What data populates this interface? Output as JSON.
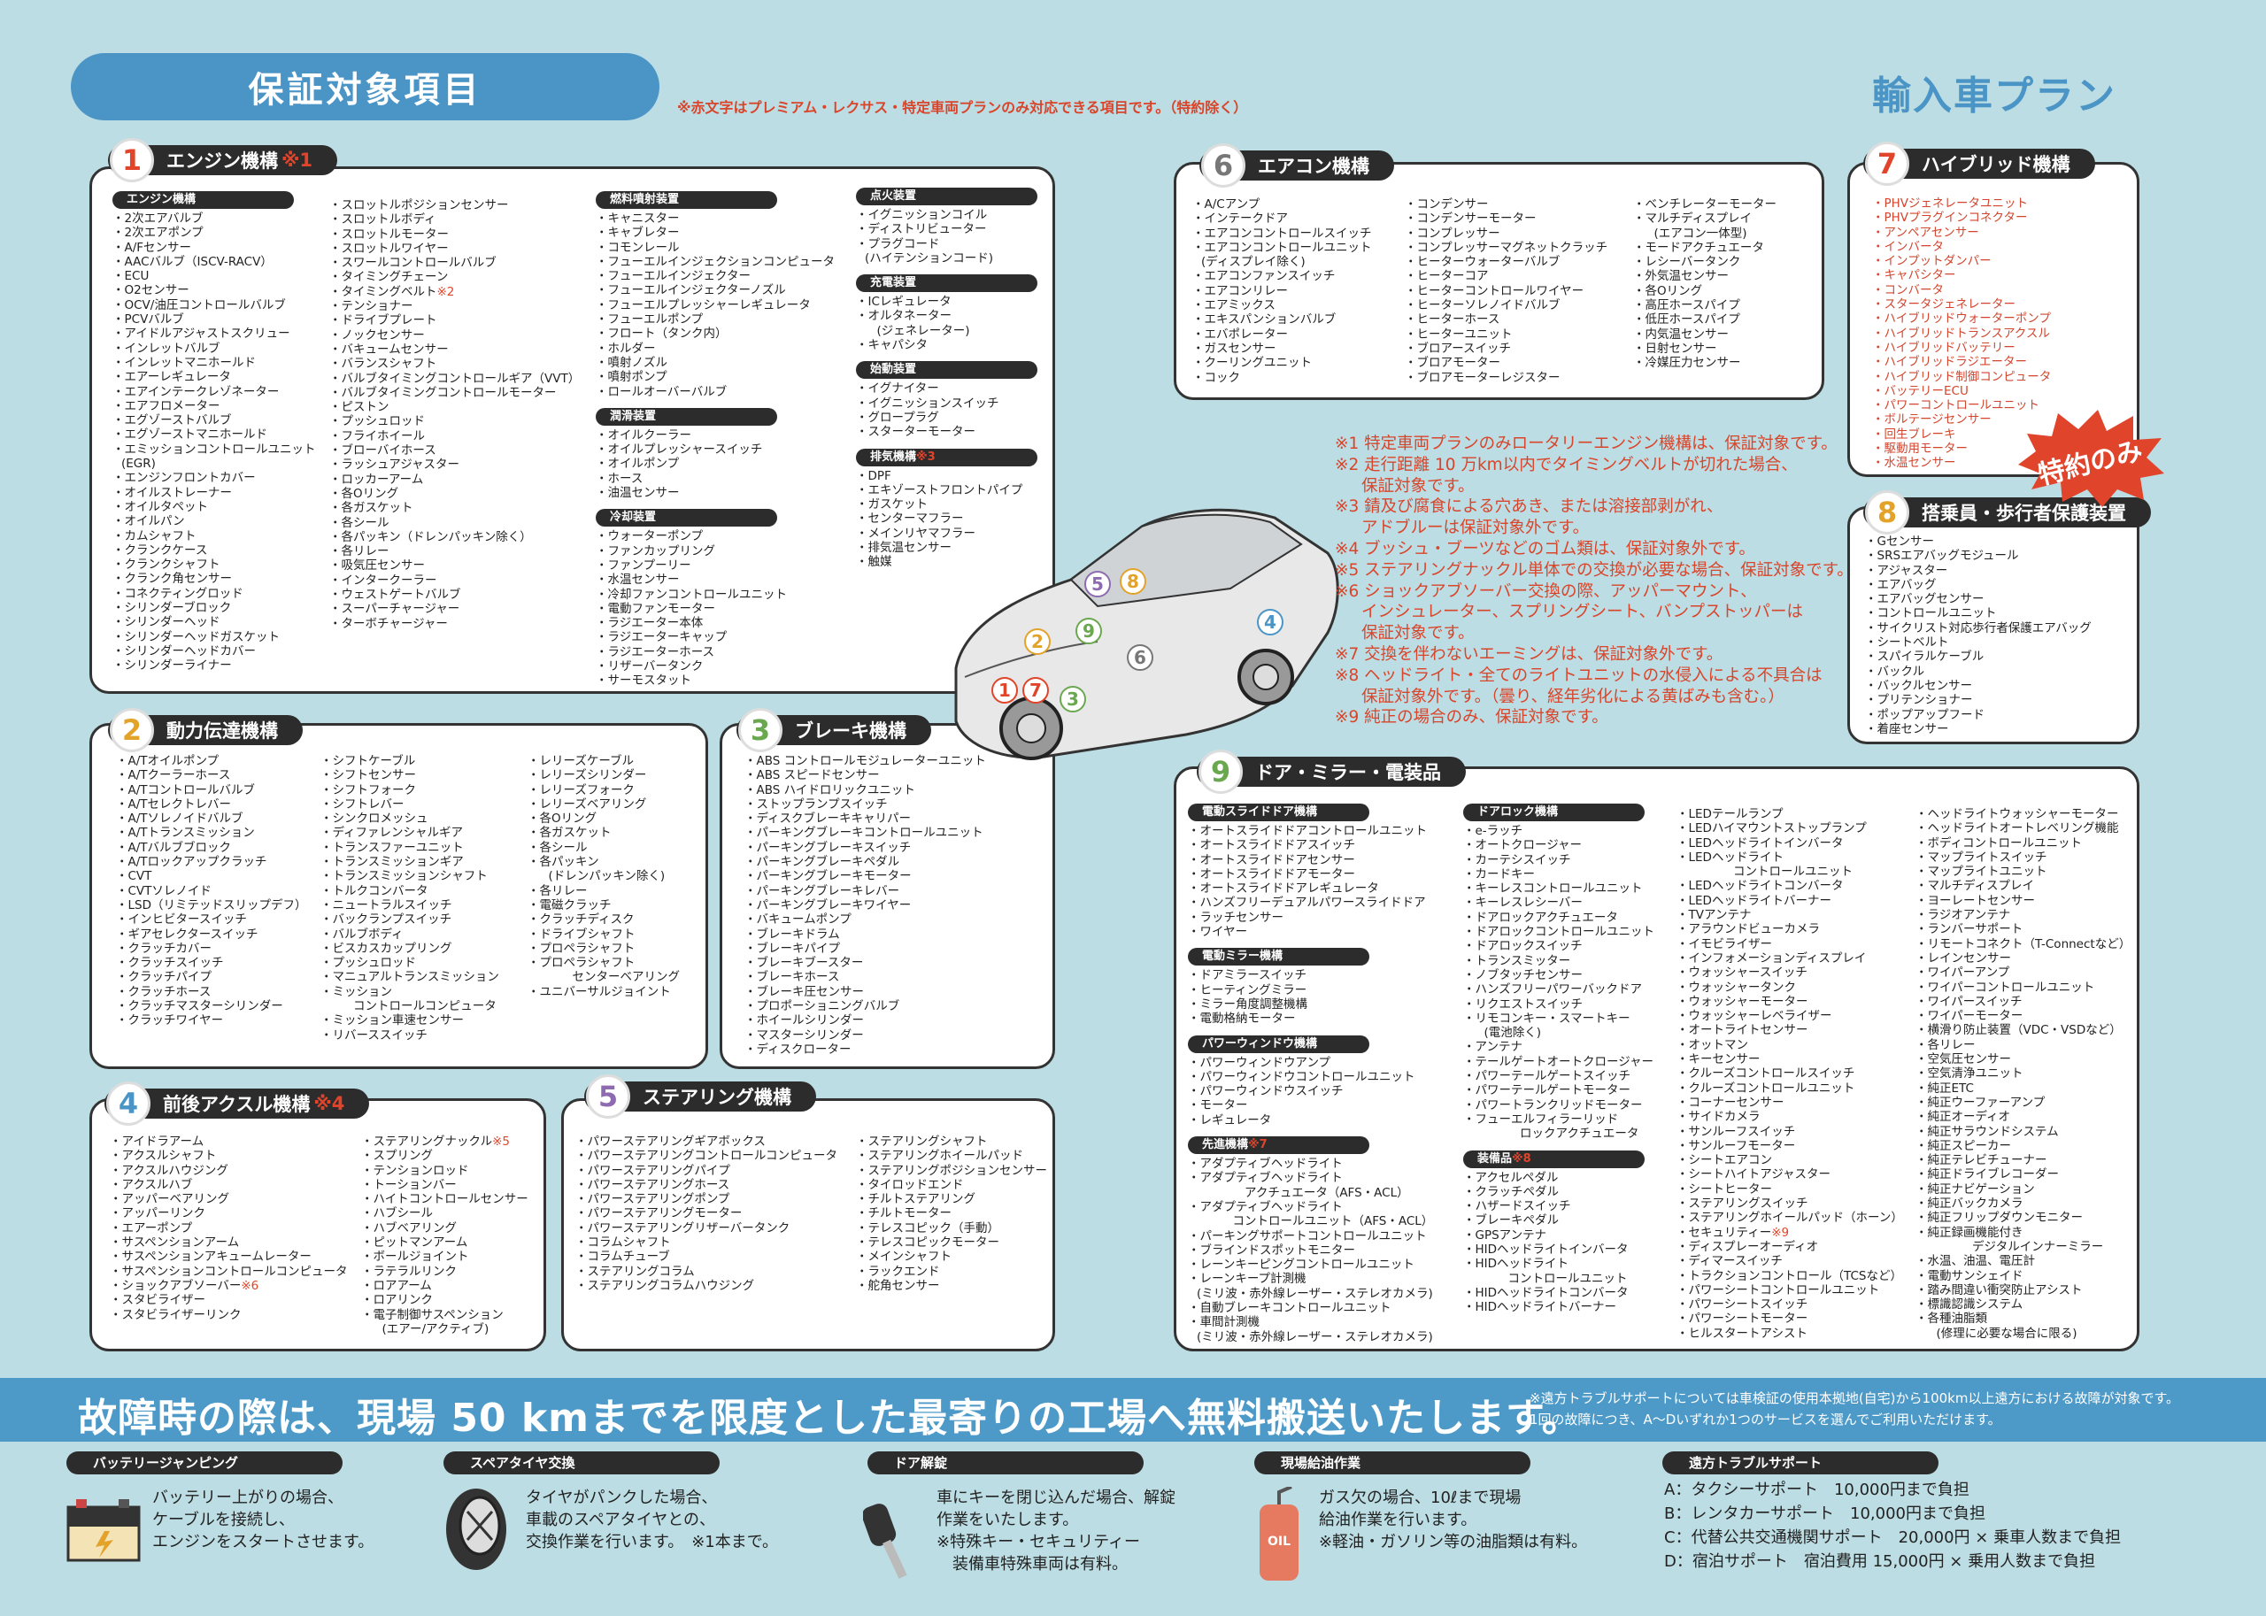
{
  "header": {
    "title": "保証対象項目",
    "note": "※赤文字はプレミアム・レクサス・特定車両プランのみ対応できる項目です。（特約除く）",
    "plan": "輸入車プラン"
  },
  "colors": {
    "accent": "#4b95c6",
    "red": "#d9452b",
    "dark": "#2c2c2c",
    "background": "#bcdde3"
  },
  "sections": {
    "s1": {
      "num": "1",
      "title": "エンジン機構",
      "note": "※1",
      "cols": [
        [
          {
            "h": "エンジン機構",
            "items": [
              "2次エアバルブ",
              "2次エアポンプ",
              "A/Fセンサー",
              "AACバルブ（ISCV-RACV）",
              "ECU",
              "O2センサー",
              "OCV/油圧コントロールバルブ",
              "PCVバルブ",
              "アイドルアジャストスクリュー",
              "インレットバルブ",
              "インレットマニホールド",
              "エアーレギュレータ",
              "エアインテークレゾネーター",
              "エアフロメーター",
              "エグゾーストバルブ",
              "エグゾーストマニホールド",
              "エミッションコントロールユニット\n(EGR)",
              "エンジンフロントカバー",
              "オイルストレーナー",
              "オイルタペット",
              "オイルパン",
              "カムシャフト",
              "クランクケース",
              "クランクシャフト",
              "クランク角センサー",
              "コネクティングロッド",
              "シリンダーブロック",
              "シリンダーヘッド",
              "シリンダーヘッドガスケット",
              "シリンダーヘッドカバー",
              "シリンダーライナー"
            ]
          }
        ],
        [
          {
            "items": [
              "スロットルポジションセンサー",
              "スロットルボディ",
              "スロットルモーター",
              "スロットルワイヤー",
              "スワールコントロールバルブ",
              "タイミングチェーン",
              {
                "t": "タイミングベルト",
                "n": "※2"
              },
              "テンショナー",
              "ドライブプレート",
              "ノックセンサー",
              "バキュームセンサー",
              "バランスシャフト",
              "バルブタイミングコントロールギア（VVT）",
              "バルブタイミングコントロールモーター",
              "ピストン",
              "プッシュロッド",
              "フライホイール",
              "ブローバイホース",
              "ラッシュアジャスター",
              "ロッカーアーム",
              "各Oリング",
              "各ガスケット",
              "各シール",
              "各パッキン（ドレンパッキン除く）",
              "各リレー",
              "吸気圧センサー",
              "インタークーラー",
              "ウェストゲートバルブ",
              "スーパーチャージャー",
              "ターボチャージャー"
            ]
          }
        ],
        [
          {
            "h": "燃料噴射装置",
            "items": [
              "キャニスター",
              "キャブレター",
              "コモンレール",
              "フューエルインジェクションコンピュータ",
              "フューエルインジェクター",
              "フューエルインジェクターノズル",
              "フューエルプレッシャーレギュレータ",
              "フューエルポンプ",
              "フロート（タンク内）",
              "ホルダー",
              "噴射ノズル",
              "噴射ポンプ",
              "ロールオーバーバルブ"
            ]
          },
          {
            "h": "潤滑装置",
            "items": [
              "オイルクーラー",
              "オイルプレッシャースイッチ",
              "オイルポンプ",
              "ホース",
              "油温センサー"
            ]
          },
          {
            "h": "冷却装置",
            "items": [
              "ウォーターポンプ",
              "ファンカップリング",
              "ファンプーリー",
              "水温センサー",
              "冷却ファンコントロールユニット",
              "電動ファンモーター",
              "ラジエーター本体",
              "ラジエーターキャップ",
              "ラジエーターホース",
              "リザーバータンク",
              "サーモスタット"
            ]
          }
        ],
        [
          {
            "h": "点火装置",
            "items": [
              "イグニッションコイル",
              "ディストリビューター",
              "プラグコード\n(ハイテンションコード)"
            ]
          },
          {
            "h": "充電装置",
            "items": [
              "ICレギュレータ",
              "オルタネーター\n　(ジェネレーター)",
              "キャパシタ"
            ]
          },
          {
            "h": "始動装置",
            "items": [
              "イグナイター",
              "イグニッションスイッチ",
              "グロープラグ",
              "スターターモーター"
            ]
          },
          {
            "h": "排気機構",
            "hn": "※3",
            "items": [
              "DPF",
              "エキゾーストフロントパイプ",
              "ガスケット",
              "センターマフラー",
              "メインリヤマフラー",
              "排気温センサー",
              "触媒"
            ]
          }
        ]
      ]
    },
    "s2": {
      "num": "2",
      "title": "動力伝達機構",
      "cols": [
        [
          {
            "items": [
              "A/Tオイルポンプ",
              "A/Tクーラーホース",
              "A/Tコントロールバルブ",
              "A/Tセレクトレバー",
              "A/Tソレノイドバルブ",
              "A/Tトランスミッション",
              "A/Tバルブブロック",
              "A/Tロックアップクラッチ",
              "CVT",
              "CVTソレノイド",
              "LSD（リミテッドスリップデフ）",
              "インヒビタースイッチ",
              "ギアセレクタースイッチ",
              "クラッチカバー",
              "クラッチスイッチ",
              "クラッチパイプ",
              "クラッチホース",
              "クラッチマスターシリンダー",
              "クラッチワイヤー"
            ]
          }
        ],
        [
          {
            "items": [
              "シフトケーブル",
              "シフトセンサー",
              "シフトフォーク",
              "シフトレバー",
              "シンクロメッシュ",
              "ディファレンシャルギア",
              "トランスファーユニット",
              "トランスミッションギア",
              "トランスミッションシャフト",
              "トルクコンバータ",
              "ニュートラルスイッチ",
              "バックランプスイッチ",
              "バルブボディ",
              "ビスカスカップリング",
              "プッシュロッド",
              "マニュアルトランスミッション",
              "ミッション\n　　コントロールコンピュータ",
              "ミッション車速センサー",
              "リバーススイッチ"
            ]
          }
        ],
        [
          {
            "items": [
              "レリーズケーブル",
              "レリーズシリンダー",
              "レリーズフォーク",
              "レリーズベアリング",
              "各Oリング",
              "各ガスケット",
              "各シール",
              "各パッキン\n　(ドレンパッキン除く)",
              "各リレー",
              "電磁クラッチ",
              "クラッチディスク",
              "ドライブシャフト",
              "プロペラシャフト",
              "プロペラシャフト\n　　　センターベアリング",
              "ユニバーサルジョイント"
            ]
          }
        ]
      ]
    },
    "s3": {
      "num": "3",
      "title": "ブレーキ機構",
      "cols": [
        [
          {
            "items": [
              "ABS コントロールモジュレーターユニット",
              "ABS スピードセンサー",
              "ABS ハイドロリックユニット",
              "ストップランプスイッチ",
              "ディスクブレーキキャリパー",
              "パーキングブレーキコントロールユニット",
              "パーキングブレーキスイッチ",
              "パーキングブレーキペダル",
              "パーキングブレーキモーター",
              "パーキングブレーキレバー",
              "パーキングブレーキワイヤー",
              "バキュームポンプ",
              "ブレーキドラム",
              "ブレーキパイプ",
              "ブレーキブースター",
              "ブレーキホース",
              "ブレーキ圧センサー",
              "プロポーショニングバルブ",
              "ホイールシリンダー",
              "マスターシリンダー",
              "ディスクローター"
            ]
          }
        ]
      ]
    },
    "s4": {
      "num": "4",
      "title": "前後アクスル機構",
      "note": "※4",
      "cols": [
        [
          {
            "items": [
              "アイドラアーム",
              "アクスルシャフト",
              "アクスルハウジング",
              "アクスルハブ",
              "アッパーベアリング",
              "アッパーリンク",
              "エアーポンプ",
              "サスペンションアーム",
              "サスペンションアキュームレーター",
              "サスペンションコントロールコンピュータ",
              {
                "t": "ショックアブソーバー",
                "n": "※6"
              },
              "スタビライザー",
              "スタビライザーリンク"
            ]
          }
        ],
        [
          {
            "items": [
              {
                "t": "ステアリングナックル",
                "n": "※5"
              },
              "スプリング",
              "テンションロッド",
              "トーションバー",
              "ハイトコントロールセンサー",
              "ハブシール",
              "ハブベアリング",
              "ピットマンアーム",
              "ボールジョイント",
              "ラテラルリンク",
              "ロアアーム",
              "ロアリンク",
              "電子制御サスペンション\n　(エアー/アクティブ)"
            ]
          }
        ]
      ]
    },
    "s5": {
      "num": "5",
      "title": "ステアリング機構",
      "cols": [
        [
          {
            "items": [
              "パワーステアリングギアボックス",
              "パワーステアリングコントロールコンピュータ",
              "パワーステアリングパイプ",
              "パワーステアリングホース",
              "パワーステアリングポンプ",
              "パワーステアリングモーター",
              "パワーステアリングリザーバータンク",
              "コラムシャフト",
              "コラムチューブ",
              "ステアリングコラム",
              "ステアリングコラムハウジング"
            ]
          }
        ],
        [
          {
            "items": [
              "ステアリングシャフト",
              "ステアリングホイールパッド",
              "ステアリングポジションセンサー",
              "タイロッドエンド",
              "チルトステアリング",
              "チルトモーター",
              "テレスコピック（手動）",
              "テレスコピックモーター",
              "メインシャフト",
              "ラックエンド",
              "舵角センサー"
            ]
          }
        ]
      ]
    },
    "s6": {
      "num": "6",
      "title": "エアコン機構",
      "cols": [
        [
          {
            "items": [
              "A/Cアンプ",
              "インテークドア",
              "エアコンコントロールスイッチ",
              "エアコンコントロールユニット\n(ディスプレイ除く)",
              "エアコンファンスイッチ",
              "エアコンリレー",
              "エアミックス",
              "エキスパンションバルブ",
              "エバポレーター",
              "ガスセンサー",
              "クーリングユニット",
              "コック"
            ]
          }
        ],
        [
          {
            "items": [
              "コンデンサー",
              "コンデンサーモーター",
              "コンプレッサー",
              "コンプレッサーマグネットクラッチ",
              "ヒーターウォーターバルブ",
              "ヒーターコア",
              "ヒーターコントロールワイヤー",
              "ヒーターソレノイドバルブ",
              "ヒーターホース",
              "ヒーターユニット",
              "ブロアースイッチ",
              "ブロアモーター",
              "ブロアモーターレジスター"
            ]
          }
        ],
        [
          {
            "items": [
              "ベンチレーターモーター",
              "マルチディスプレイ\n　(エアコン一体型)",
              "モードアクチュエータ",
              "レシーバータンク",
              "外気温センサー",
              "各Oリング",
              "高圧ホースパイプ",
              "低圧ホースパイプ",
              "内気温センサー",
              "日射センサー",
              "冷媒圧力センサー"
            ]
          }
        ]
      ]
    },
    "s7": {
      "num": "7",
      "title": "ハイブリッド機構",
      "badge": "特約のみ",
      "cols": [
        [
          {
            "items": [
              "PHVジェネレータユニット",
              "PHVプラグインコネクター",
              "アンペアセンサー",
              "インバータ",
              "インプットダンパー",
              "キャパシター",
              "コンバータ",
              "スタータジェネレーター",
              "ハイブリッドウォーターポンプ",
              "ハイブリッドトランスアクスル",
              "ハイブリッドバッテリー",
              "ハイブリッドラジエーター",
              "ハイブリッド制御コンピュータ",
              "バッテリーECU",
              "パワーコントロールユニット",
              "ボルテージセンサー",
              "回生ブレーキ",
              "駆動用モーター",
              "水温センサー"
            ]
          }
        ]
      ]
    },
    "s8": {
      "num": "8",
      "title": "搭乗員・歩行者保護装置",
      "cols": [
        [
          {
            "items": [
              "Gセンサー",
              "SRSエアバッグモジュール",
              "アジャスター",
              "エアバッグ",
              "エアバッグセンサー",
              "コントロールユニット",
              "サイクリスト対応歩行者保護エアバッグ",
              "シートベルト",
              "スパイラルケーブル",
              "バックル",
              "バックルセンサー",
              "プリテンショナー",
              "ポップアップフード",
              "着座センサー"
            ]
          }
        ]
      ]
    },
    "s9": {
      "num": "9",
      "title": "ドア・ミラー・電装品",
      "cols": [
        [
          {
            "h": "電動スライドドア機構",
            "items": [
              "オートスライドドアコントロールユニット",
              "オートスライドドアスイッチ",
              "オートスライドドアセンサー",
              "オートスライドドアモーター",
              "オートスライドドアレギュレータ",
              "ハンズフリーデュアルパワースライドドア",
              "ラッチセンサー",
              "ワイヤー"
            ]
          },
          {
            "h": "電動ミラー機構",
            "items": [
              "ドアミラースイッチ",
              "ヒーティングミラー",
              "ミラー角度調整機構",
              "電動格納モーター"
            ]
          },
          {
            "h": "パワーウィンドウ機構",
            "items": [
              "パワーウィンドウアンプ",
              "パワーウィンドウコントロールユニット",
              "パワーウィンドウスイッチ",
              "モーター",
              "レギュレータ"
            ]
          },
          {
            "h": "先進機構",
            "hn": "※7",
            "items": [
              "アダプティブヘッドライト",
              "アダプティブヘッドライト\n　　　　アクチュエータ（AFS・ACL）",
              "アダプティブヘッドライト\n　　　コントロールユニット（AFS・ACL）",
              "パーキングサポートコントロールユニット",
              "ブラインドスポットモニター",
              "レーンキーピングコントロールユニット",
              "レーンキープ計測機\n(ミリ波・赤外線レーザー・ステレオカメラ)",
              "自動ブレーキコントロールユニット",
              "車間計測機\n(ミリ波・赤外線レーザー・ステレオカメラ)"
            ]
          }
        ],
        [
          {
            "h": "ドアロック機構",
            "items": [
              "e-ラッチ",
              "オートクロージャー",
              "カーテシスイッチ",
              "カードキー",
              "キーレスコントロールユニット",
              "キーレスレシーバー",
              "ドアロックアクチュエータ",
              "ドアロックコントロールユニット",
              "ドアロックスイッチ",
              "トランスミッター",
              "ノブタッチセンサー",
              "ハンズフリーパワーバックドア",
              "リクエストスイッチ",
              "リモコンキー・スマートキー\n　(電池除く)",
              "アンテナ",
              "テールゲートオートクロージャー",
              "パワーテールゲートスイッチ",
              "パワーテールゲートモーター",
              "パワートランクリッドモーター",
              "フューエルフィラーリッド\n　　　　ロックアクチュエータ"
            ]
          },
          {
            "h": "装備品",
            "hn": "※8",
            "items": [
              "アクセルペダル",
              "クラッチペダル",
              "ハザードスイッチ",
              "ブレーキペダル",
              "GPSアンテナ",
              "HIDヘッドライトインバータ",
              "HIDヘッドライト\n　　　コントロールユニット",
              "HIDヘッドライトコンバータ",
              "HIDヘッドライトバーナー"
            ]
          }
        ],
        [
          {
            "items": [
              "LEDテールランプ",
              "LEDハイマウントストップランプ",
              "LEDヘッドライトインバータ",
              "LEDヘッドライト\n　　　　コントロールユニット",
              "LEDヘッドライトコンバータ",
              "LEDヘッドライトバーナー",
              "TVアンテナ",
              "アラウンドビューカメラ",
              "イモビライザー",
              "インフォメーションディスプレイ",
              "ウォッシャースイッチ",
              "ウォッシャータンク",
              "ウォッシャーモーター",
              "ウォッシャーレベライザー",
              "オートライトセンサー",
              "オットマン",
              "キーセンサー",
              "クルーズコントロールスイッチ",
              "クルーズコントロールユニット",
              "コーナーセンサー",
              "サイドカメラ",
              "サンルーフスイッチ",
              "サンルーフモーター",
              "シートエアコン",
              "シートハイトアジャスター",
              "シートヒーター",
              "ステアリングスイッチ",
              "ステアリングホイールパッド（ホーン）",
              {
                "t": "セキュリティー",
                "n": "※9"
              },
              "ディスプレーオーディオ",
              "ディマースイッチ",
              "トラクションコントロール（TCSなど）",
              "パワーシートコントロールユニット",
              "パワーシートスイッチ",
              "パワーシートモーター",
              "ヒルスタートアシスト"
            ]
          }
        ],
        [
          {
            "items": [
              "ヘッドライトウォッシャーモーター",
              "ヘッドライトオートレベリング機能",
              "ボディコントロールユニット",
              "マップライトスイッチ",
              "マップライトユニット",
              "マルチディスプレイ",
              "ヨーレートセンサー",
              "ラジオアンテナ",
              "ランバーサポート",
              "リモートコネクト（T-Connectなど）",
              "レインセンサー",
              "ワイパーアンプ",
              "ワイパーコントロールユニット",
              "ワイパースイッチ",
              "ワイパーモーター",
              "横滑り防止装置（VDC・VSDなど）",
              "各リレー",
              "空気圧センサー",
              "空気清浄ユニット",
              "純正ETC",
              "純正ウーファーアンプ",
              "純正オーディオ",
              "純正サラウンドシステム",
              "純正スピーカー",
              "純正テレビチューナー",
              "純正ドライブレコーダー",
              "純正ナビゲーション",
              "純正バックカメラ",
              "純正フリップダウンモニター",
              "純正録画機能付き\n　　　　デジタルインナーミラー",
              "水温、油温、電圧計",
              "電動サンシェイド",
              "踏み間違い衝突防止アシスト",
              "標識認識システム",
              "各種油脂類\n　(修理に必要な場合に限る)"
            ]
          }
        ]
      ]
    }
  },
  "notes": [
    "※1 特定車両プランのみロータリーエンジン機構は、保証対象です。",
    "※2 走行距離 10 万km以内でタイミングベルトが切れた場合、\n保証対象です。",
    "※3 錆及び腐食による穴あき、または溶接部剥がれ、\nアドブルーは保証対象外です。",
    "※4 ブッシュ・ブーツなどのゴム類は、保証対象外です。",
    "※5 ステアリングナックル単体での交換が必要な場合、保証対象です。",
    "※6 ショックアブソーバー交換の際、アッパーマウント、\nインシュレーター、スプリングシート、バンプストッパーは\n保証対象です。",
    "※7 交換を伴わないエーミングは、保証対象外です。",
    "※8 ヘッドライト・全てのライトユニットの水侵入による不具合は\n保証対象外です。（曇り、経年劣化による黄ばみも含む。）",
    "※9 純正の場合のみ、保証対象です。"
  ],
  "car": {
    "badges": [
      "1",
      "7",
      "2",
      "3",
      "9",
      "6",
      "5",
      "8",
      "4"
    ]
  },
  "band": {
    "main": "故障時の際は、現場 50 kmまでを限度とした最寄りの工場へ無料搬送いたします。",
    "note": "※遠方トラブルサポートについては車検証の使用本拠地(自宅)から100km以上遠方における故障が対象です。\n1回の故障につき、A～Dいずれか1つのサービスを選んでご利用いただけます。"
  },
  "services": [
    {
      "title": "バッテリージャンピング",
      "icon": "battery-icon",
      "text": "バッテリー上がりの場合、\nケーブルを接続し、\nエンジンをスタートさせます。"
    },
    {
      "title": "スペアタイヤ交換",
      "icon": "tire-icon",
      "text": "タイヤがパンクした場合、\n車載のスペアタイヤとの、\n交換作業を行います。　※1本まで。"
    },
    {
      "title": "ドア解錠",
      "icon": "key-icon",
      "text": "車にキーを閉じ込んだ場合、解錠\n作業をいたします。\n※特殊キー・セキュリティー\n　装備車特殊車両は有料。"
    },
    {
      "title": "現場給油作業",
      "icon": "oil-can-icon",
      "icon_label": "OIL",
      "text": "ガス欠の場合、10ℓまで現場\n給油作業を行います。\n※軽油・ガソリン等の油脂類は有料。"
    },
    {
      "title": "遠方トラブルサポート",
      "text": "A：タクシーサポート　10,000円まで負担\nB：レンタカーサポート　10,000円まで負担\nC：代替公共交通機関サポート　20,000円 × 乗車人数まで負担\nD：宿泊サポート　宿泊費用 15,000円 × 乗用人数まで負担"
    }
  ]
}
